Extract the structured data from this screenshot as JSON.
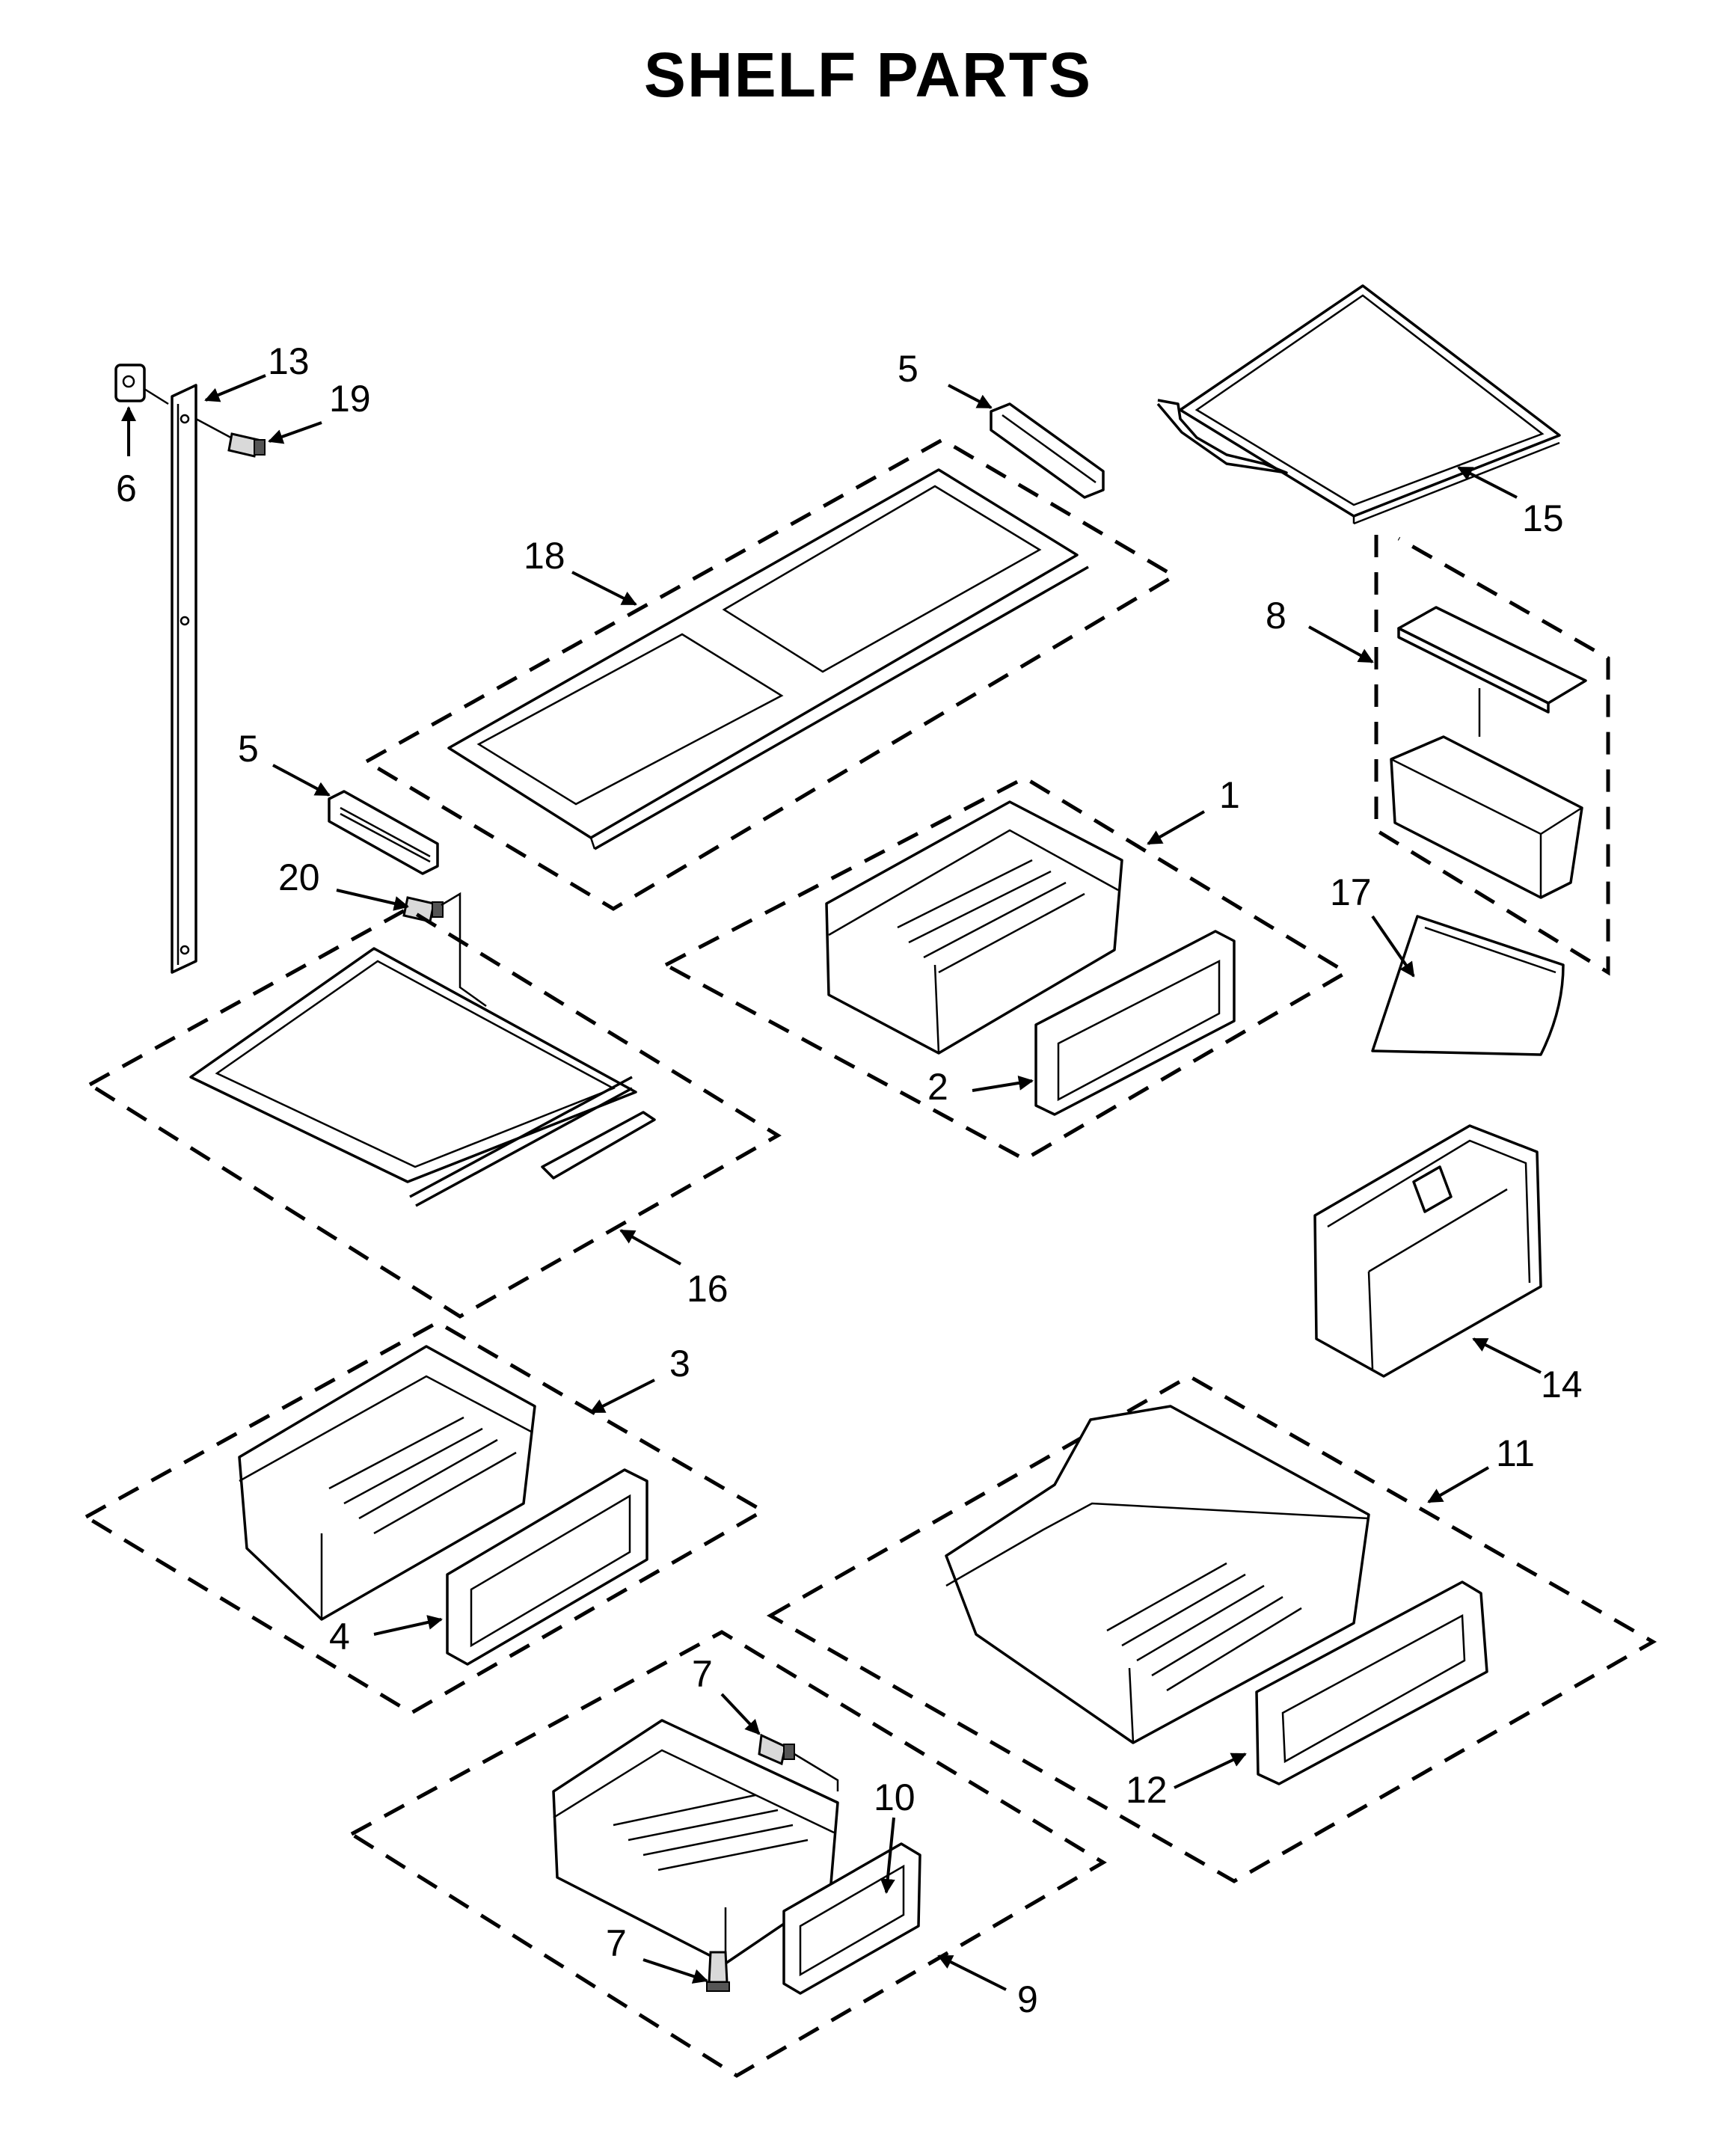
{
  "title": "SHELF PARTS",
  "callouts": [
    {
      "id": "c13",
      "label": "13"
    },
    {
      "id": "c19",
      "label": "19"
    },
    {
      "id": "c6",
      "label": "6"
    },
    {
      "id": "c5a",
      "label": "5"
    },
    {
      "id": "c15",
      "label": "15"
    },
    {
      "id": "c18",
      "label": "18"
    },
    {
      "id": "c8",
      "label": "8"
    },
    {
      "id": "c5b",
      "label": "5"
    },
    {
      "id": "c1",
      "label": "1"
    },
    {
      "id": "c20",
      "label": "20"
    },
    {
      "id": "c17",
      "label": "17"
    },
    {
      "id": "c2",
      "label": "2"
    },
    {
      "id": "c16",
      "label": "16"
    },
    {
      "id": "c3",
      "label": "3"
    },
    {
      "id": "c14",
      "label": "14"
    },
    {
      "id": "c11",
      "label": "11"
    },
    {
      "id": "c4",
      "label": "4"
    },
    {
      "id": "c7a",
      "label": "7"
    },
    {
      "id": "c10",
      "label": "10"
    },
    {
      "id": "c12",
      "label": "12"
    },
    {
      "id": "c7b",
      "label": "7"
    },
    {
      "id": "c9",
      "label": "9"
    }
  ]
}
